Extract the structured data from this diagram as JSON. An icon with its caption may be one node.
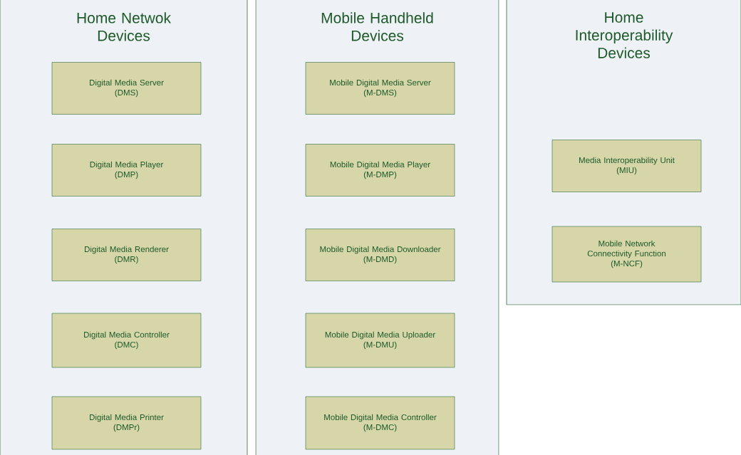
{
  "diagram": {
    "nodes": [
      {
        "text": [
          "Home Netwok Devices"
        ]
      },
      {
        "text": [
          "Digital Media Server",
          "(DMS)"
        ],
        "in": 0
      },
      {
        "text": [
          "Digital Media Player",
          "(DMP)"
        ],
        "in": 0
      },
      {
        "text": [
          "Digital Media Renderer",
          "(DMR)"
        ],
        "in": 0
      },
      {
        "text": [
          "Digital Media Controller",
          "(DMC)"
        ],
        "in": 0
      },
      {
        "text": [
          "Digital Media Printer",
          "(DMPr)"
        ],
        "in": 0
      },
      {
        "text": [
          "Mobile Handheld Devices"
        ]
      },
      {
        "text": [
          "Mobile Digital Media Server",
          "(M-DMS)"
        ],
        "in": 6
      },
      {
        "text": [
          "Mobile Digital Media Player",
          "(M-DMP)"
        ],
        "in": 6
      },
      {
        "text": [
          "Mobile Digital Media Downloader",
          "(M-DMD)"
        ],
        "in": 6
      },
      {
        "text": [
          "Mobile Digital Media Uploader",
          "(M-DMU)"
        ],
        "in": 6
      },
      {
        "text": [
          "Mobile Digital Media Controller",
          "(M-DMC)"
        ],
        "in": 6
      },
      {
        "text": [
          "Home Interoperability Devices"
        ]
      },
      {
        "text": [
          "Media Interoperability Unit",
          "(MIU)"
        ],
        "in": 12
      },
      {
        "text": [
          "Mobile Network Connectivity Function",
          "(M-NCF)"
        ],
        "in": 12
      }
    ]
  }
}
